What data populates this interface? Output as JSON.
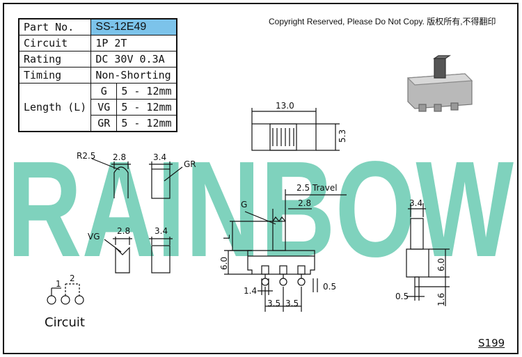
{
  "spec_table": {
    "part_no_label": "Part No.",
    "part_no_value": "SS-12E49",
    "circuit_label": "Circuit",
    "circuit_value": "1P 2T",
    "rating_label": "Rating",
    "rating_value": "DC 30V 0.3A",
    "timing_label": "Timing",
    "timing_value": "Non-Shorting",
    "length_label": "Length (L)",
    "length_rows": [
      {
        "type": "G",
        "range": "5 - 12mm"
      },
      {
        "type": "VG",
        "range": "5 - 12mm"
      },
      {
        "type": "GR",
        "range": "5 - 12mm"
      }
    ]
  },
  "copyright": "Copyright Reserved, Please Do Not Copy. 版权所有,不得翻印",
  "watermark": "RAINBOW",
  "colors": {
    "watermark": "#7fd2bd",
    "part_highlight": "#7cc3ea",
    "line": "#111111"
  },
  "actuator_views": {
    "r_label": "R2.5",
    "gr_label": "GR",
    "vg_label": "VG",
    "g_width": "2.8",
    "gr_width": "3.4",
    "vg_width": "2.8",
    "vg_side_width": "3.4"
  },
  "top_view": {
    "width": "13.0",
    "height": "5.3"
  },
  "front_view": {
    "travel": "2.5 Travel",
    "g_label": "G",
    "actuator_width": "2.8",
    "l_label": "L",
    "height": "6.0",
    "pin_spacing_left": "1.4",
    "pin_pitch_1": "3.5",
    "pin_pitch_2": "3.5",
    "pin_width": "0.5"
  },
  "side_view": {
    "top_width": "3.4",
    "height": "6.0",
    "pin_thickness": "0.5",
    "pin_length": "1.6"
  },
  "circuit": {
    "label": "Circuit",
    "pin1": "1",
    "pin2": "2"
  },
  "sheet_number": "S199"
}
